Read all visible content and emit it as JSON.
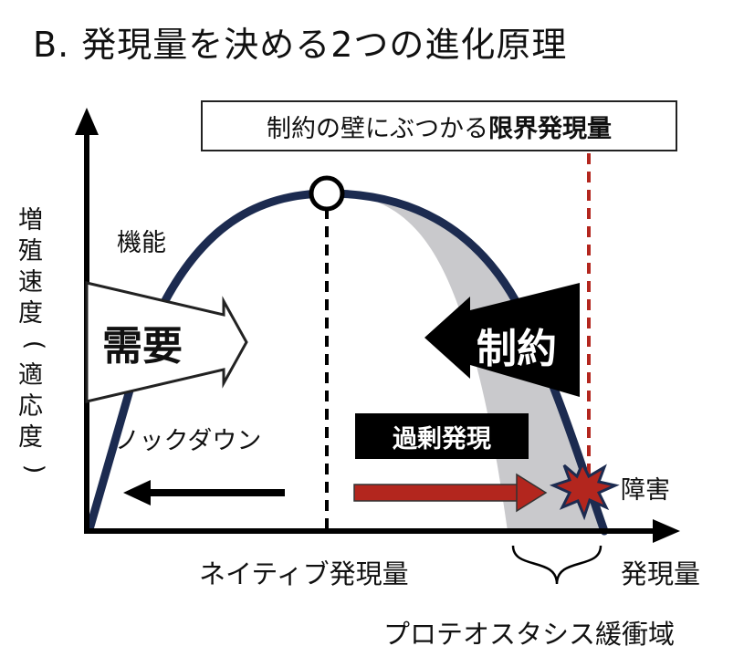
{
  "title": "B. 発現量を決める2つの進化原理",
  "limit_box": {
    "prefix": "制約の壁にぶつかる",
    "bold": "限界発現量"
  },
  "y_axis_label": {
    "chars": [
      "増",
      "殖",
      "速",
      "度"
    ],
    "paren_open": "(",
    "inner": [
      "適",
      "応",
      "度"
    ],
    "paren_close": ")"
  },
  "x_axis_label": "発現量",
  "curve_label": "機能",
  "demand_label": "需要",
  "constraint_label": "制約",
  "knockdown_label": "ノックダウン",
  "overexpression_label": "過剰発現",
  "disorder_label": "障害",
  "native_label": "ネイティブ発現量",
  "buffer_label": "プロテオスタシス緩衝域",
  "colors": {
    "curve": "#1c2b50",
    "red": "#b3261e",
    "gray_area": "#c9c9cc",
    "black": "#000000"
  }
}
